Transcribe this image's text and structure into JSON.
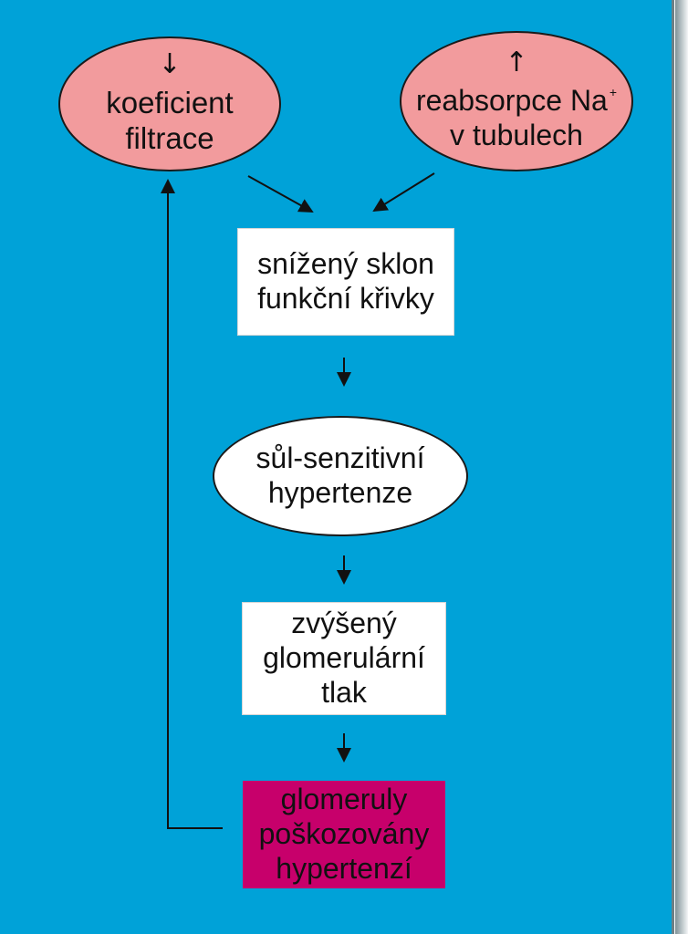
{
  "diagram": {
    "nodes": {
      "coefficient": {
        "indicator": "↓",
        "line1": "koeficient",
        "line2": "filtrace"
      },
      "reabsorption": {
        "indicator": "↑",
        "line1_main": "reabsorpce Na",
        "line1_superscript": "+",
        "line2": "v tubulech"
      },
      "slope": {
        "line1": "snížený sklon",
        "line2": "funkční křivky"
      },
      "hypertension": {
        "line1": "sůl-senzitivní",
        "line2": "hypertenze"
      },
      "pressure": {
        "line1": "zvýšený",
        "line2": "glomerulární",
        "line3": "tlak"
      },
      "damage": {
        "line1": "glomeruly",
        "line2": "poškozovány",
        "line3": "hypertenzí"
      }
    },
    "colors": {
      "background": "#00a2d8",
      "pink_node": "#f29b9d",
      "white_node": "#ffffff",
      "magenta_node": "#c7006b",
      "stroke": "#111111"
    }
  }
}
